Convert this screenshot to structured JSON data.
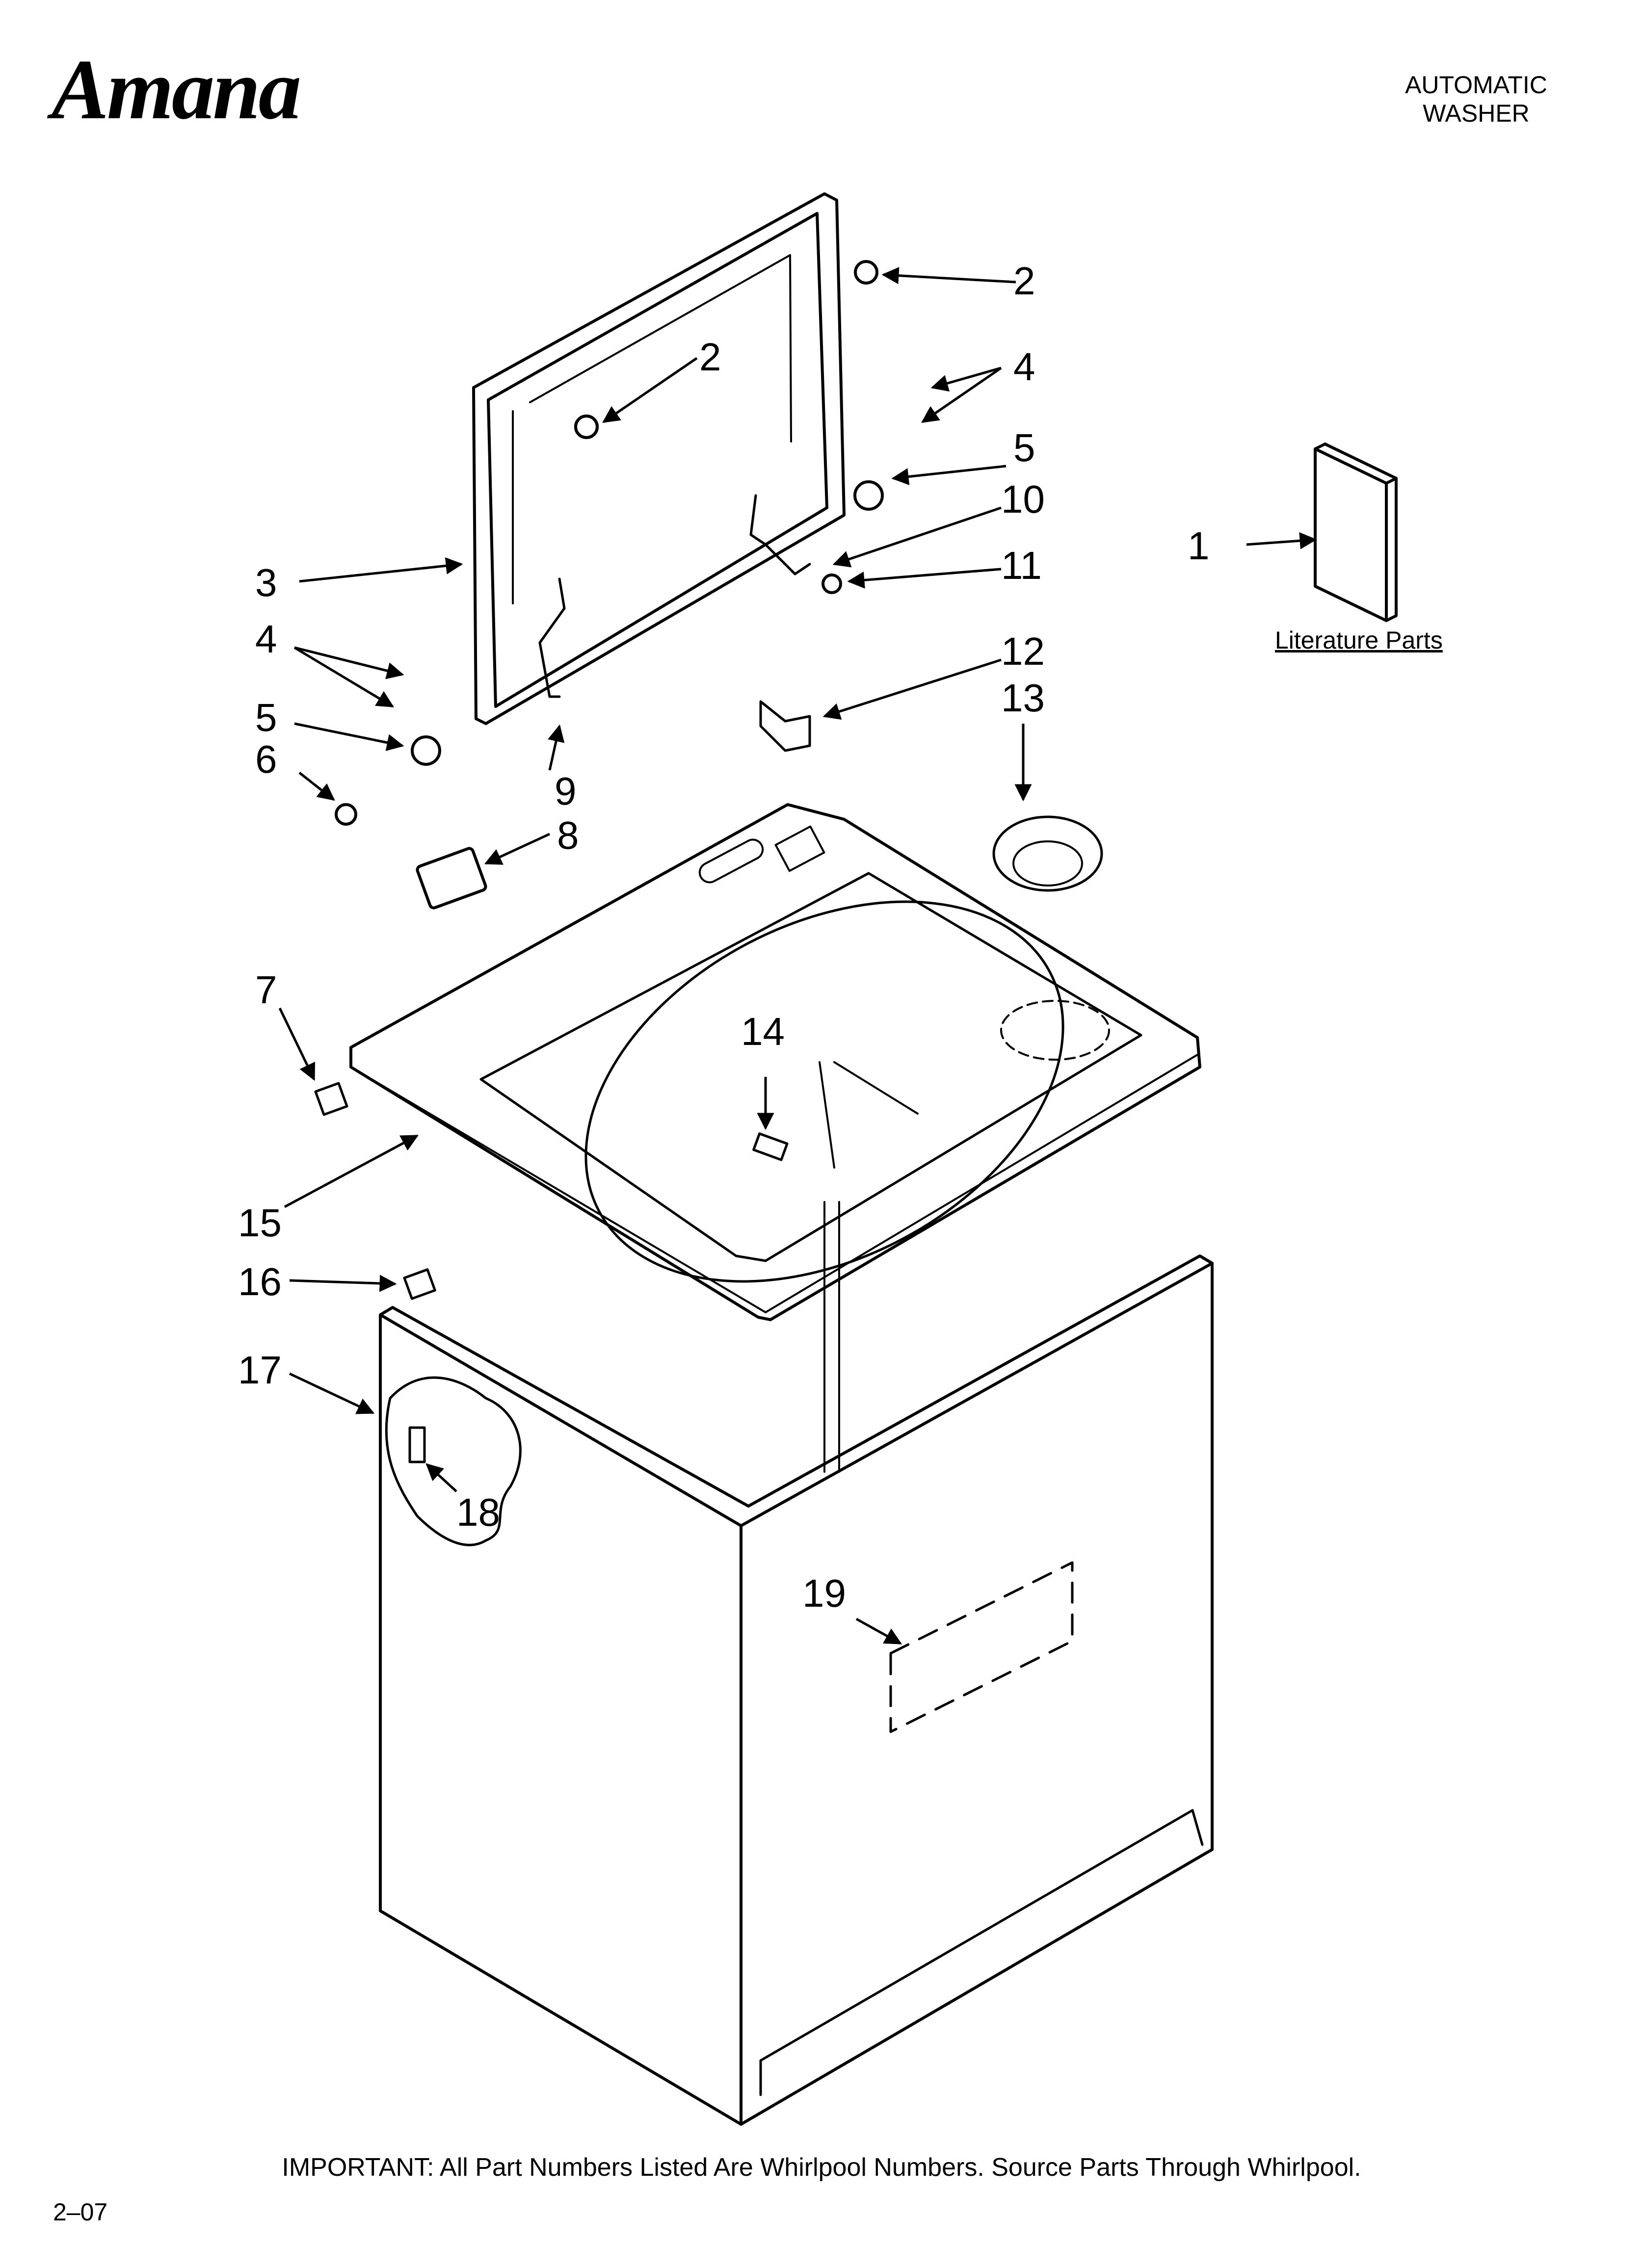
{
  "header": {
    "brand": "Amana",
    "title_line1": "AUTOMATIC",
    "title_line2": "WASHER"
  },
  "diagram": {
    "literature_label": "Literature Parts",
    "callouts": [
      "1",
      "2",
      "2",
      "3",
      "4",
      "4",
      "5",
      "5",
      "6",
      "7",
      "8",
      "9",
      "10",
      "11",
      "12",
      "13",
      "14",
      "15",
      "16",
      "17",
      "18",
      "19"
    ]
  },
  "footer": {
    "note": "IMPORTANT: All Part Numbers Listed Are Whirlpool Numbers. Source Parts Through Whirlpool.",
    "date_code": "2–07"
  }
}
